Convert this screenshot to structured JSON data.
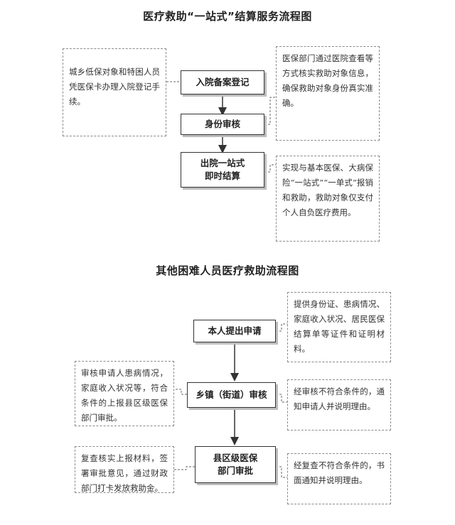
{
  "section1": {
    "title": "医疗救助“一站式”结算服务流程图",
    "steps": [
      "入院备案登记",
      "身份审核",
      "出院一站式\n即时结算"
    ],
    "notes": {
      "left": "城乡低保对象和特困人员凭医保卡办理入院登记手续。",
      "right_top": "医保部门通过医院查看等方式核实救助对象信息，确保救助对象身份真实准确。",
      "right_bottom": "实现与基本医保、大病保险“一站式”“一单式”报销和救助，救助对象仅支付个人自负医疗费用。"
    }
  },
  "section2": {
    "title": "其他困难人员医疗救助流程图",
    "steps": [
      "本人提出申请",
      "乡镇（街道）审核",
      "县区级医保\n部门审批"
    ],
    "notes": {
      "right_top": "提供身份证、患病情况、家庭收入状况、居民医保结算单等证件和证明材料。",
      "left_mid": "审核申请人患病情况，家庭收入状况等，符合条件的上报县区级医保部门审批。",
      "right_mid": "经审核不符合条件的，通知申请人并说明理由。",
      "left_bottom": "复查核实上报材料，签署审批意见，通过财政部门打卡发放救助金。",
      "right_bottom": "经复查不符合条件的，书面通知并说明理由。"
    }
  }
}
